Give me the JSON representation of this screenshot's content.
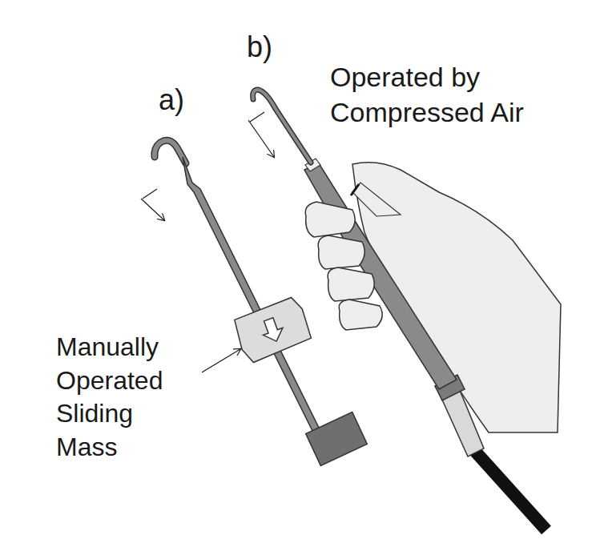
{
  "diagram": {
    "labels": [
      "a)",
      "b)",
      "Operated by Compressed Air",
      "Manually Operated Sliding Mass"
    ]
  }
}
